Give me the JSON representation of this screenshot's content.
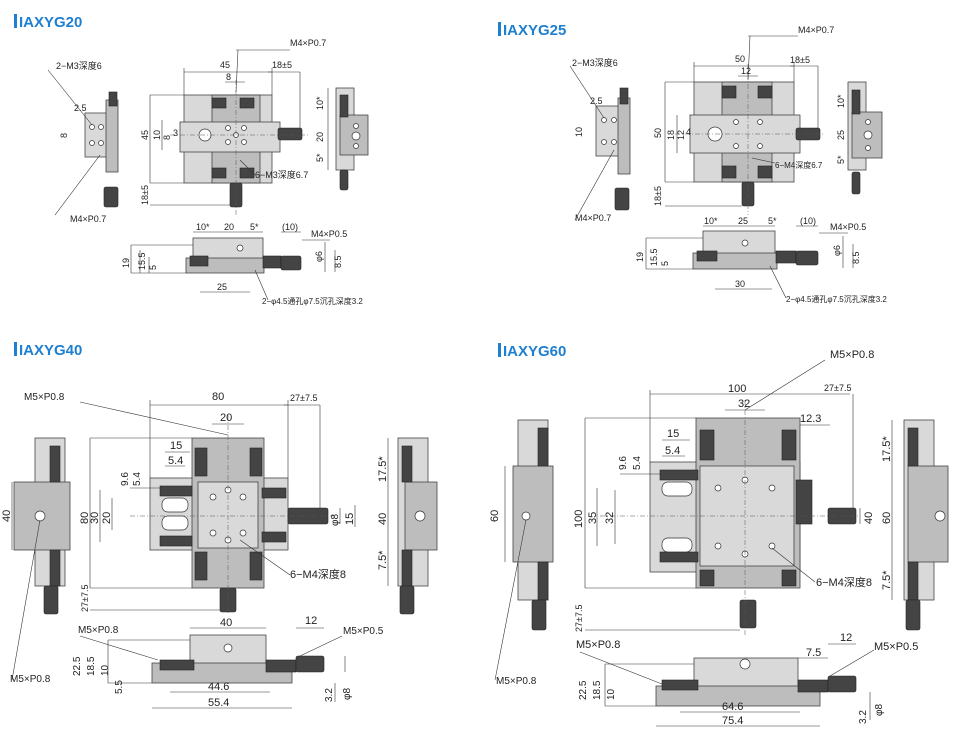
{
  "titles": {
    "tl": "IAXYG20",
    "tr": "IAXYG25",
    "bl": "IAXYG40",
    "br": "IAXYG60"
  },
  "g20": {
    "side_note": "2−M3深度6",
    "m4": "M4×P0.7",
    "m4_left": "M4×P0.7",
    "m3_depth": "6−M3深度6.7",
    "w45": "45",
    "w8": "8",
    "r18": "18±5",
    "h45": "45",
    "h10": "10",
    "h8": "8",
    "h3": "3",
    "h18": "18±5",
    "h2_5": "2.5",
    "h8b": "8",
    "s10": "10*",
    "s20": "20",
    "s5": "5*",
    "f10": "10*",
    "f20": "20",
    "f5": "5*",
    "f10b": "(10)",
    "m45": "M4×P0.5",
    "h19": "19",
    "h15_5": "15.5",
    "h8_5": "8.5",
    "h5": "5",
    "phi6": "φ6",
    "w25": "25",
    "hole_note": "2−φ4.5通孔φ7.5沉孔深度3.2"
  },
  "g25": {
    "side_note": "2−M3深度6",
    "m4": "M4×P0.7",
    "m4_left": "M4×P0.7",
    "m4_depth": "6−M4深度6.7",
    "w50": "50",
    "w12": "12",
    "r18": "18±5",
    "h50": "50",
    "h12": "12",
    "h18l": "18",
    "h4": "4",
    "h18": "18±5",
    "h2_5": "2.5",
    "h10": "10",
    "s10": "10*",
    "s25": "25",
    "s5": "5*",
    "f10": "10*",
    "f25": "25",
    "f5": "5*",
    "f10b": "(10)",
    "m45": "M4×P0.5",
    "h19": "19",
    "h15_5": "15.5",
    "h8_5": "8.5",
    "h5": "5",
    "phi6": "φ6",
    "w30": "30",
    "hole_note": "2−φ4.5通孔φ7.5沉孔深度3.2"
  },
  "g40": {
    "m5a": "M5×P0.8",
    "w80": "80",
    "w20": "20",
    "r27": "27±7.5",
    "w15": "15",
    "w5_4": "5.4",
    "h9_6": "9.6",
    "h5_4": "5.4",
    "h80": "80",
    "h30": "30",
    "h20": "20",
    "phi8": "φ8",
    "h15": "15",
    "m4_depth": "6−M4深度8",
    "h27": "27±7.5",
    "s40": "40",
    "r17_5": "17.5*",
    "r40": "40",
    "r7_5": "7.5*",
    "m5b": "M5×P0.8",
    "w40": "40",
    "w12": "12",
    "m55": "M5×P0.5",
    "h22_5": "22.5",
    "h18_5": "18.5",
    "h10": "10",
    "h5_5": "5.5",
    "w44_6": "44.6",
    "w55_4": "55.4",
    "h3_2": "3.2",
    "phi8b": "φ8",
    "m5c": "M5×P0.8"
  },
  "g60": {
    "m5a": "M5×P0.8",
    "w100": "100",
    "w32": "32",
    "r27": "27±7.5",
    "r12_3": "12.3",
    "w15": "15",
    "w5_4": "5.4",
    "h9_6": "9.6",
    "h5_4": "5.4",
    "h100": "100",
    "h35": "35",
    "h32": "32",
    "h40": "40",
    "m4_depth": "6−M4深度8",
    "h27": "27±7.5",
    "s60": "60",
    "r17_5": "17.5*",
    "r60": "60",
    "r7_5": "7.5*",
    "m5b": "M5×P0.8",
    "w7_5": "7.5",
    "w12": "12",
    "m55": "M5×P0.5",
    "h22_5": "22.5",
    "h18_5": "18.5",
    "h10": "10",
    "w64_6": "64.6",
    "w75_4": "75.4",
    "h3_2": "3.2",
    "phi8": "φ8",
    "m5c": "M5×P0.8"
  }
}
